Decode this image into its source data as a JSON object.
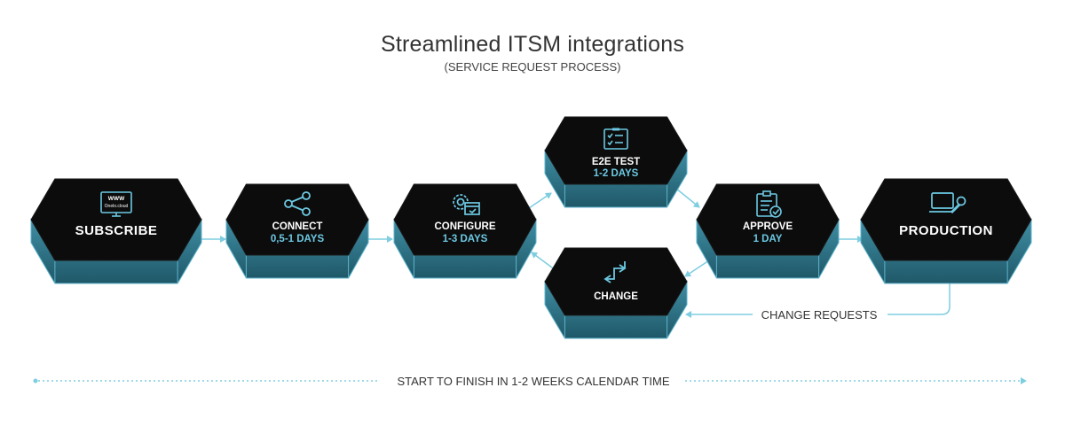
{
  "title": "Streamlined ITSM integrations",
  "subtitle": "(SERVICE REQUEST PROCESS)",
  "nodes": {
    "subscribe": {
      "label": "SUBSCRIBE",
      "icon": "website-monitor-icon",
      "icon_text_1": "WWW",
      "icon_text_2": "Onelo.cloud"
    },
    "connect": {
      "label": "CONNECT",
      "duration": "0,5-1 DAYS",
      "icon": "share-nodes-icon"
    },
    "configure": {
      "label": "CONFIGURE",
      "duration": "1-3 DAYS",
      "icon": "gear-window-icon"
    },
    "e2e_test": {
      "label": "E2E TEST",
      "duration": "1-2 DAYS",
      "icon": "checklist-icon"
    },
    "approve": {
      "label": "APPROVE",
      "duration": "1 DAY",
      "icon": "clipboard-check-icon"
    },
    "change": {
      "label": "CHANGE",
      "icon": "step-arrows-icon"
    },
    "production": {
      "label": "PRODUCTION",
      "icon": "laptop-wrench-icon"
    }
  },
  "loop_label": "CHANGE REQUESTS",
  "timeline_label": "START TO FINISH IN 1-2 WEEKS CALENDAR TIME",
  "colors": {
    "hex_top": "#0c0c0c",
    "hex_side": "#2e7286",
    "hex_edge": "#5fb3cc",
    "accent": "#6cc9e3",
    "arrow": "#7ecde0"
  }
}
